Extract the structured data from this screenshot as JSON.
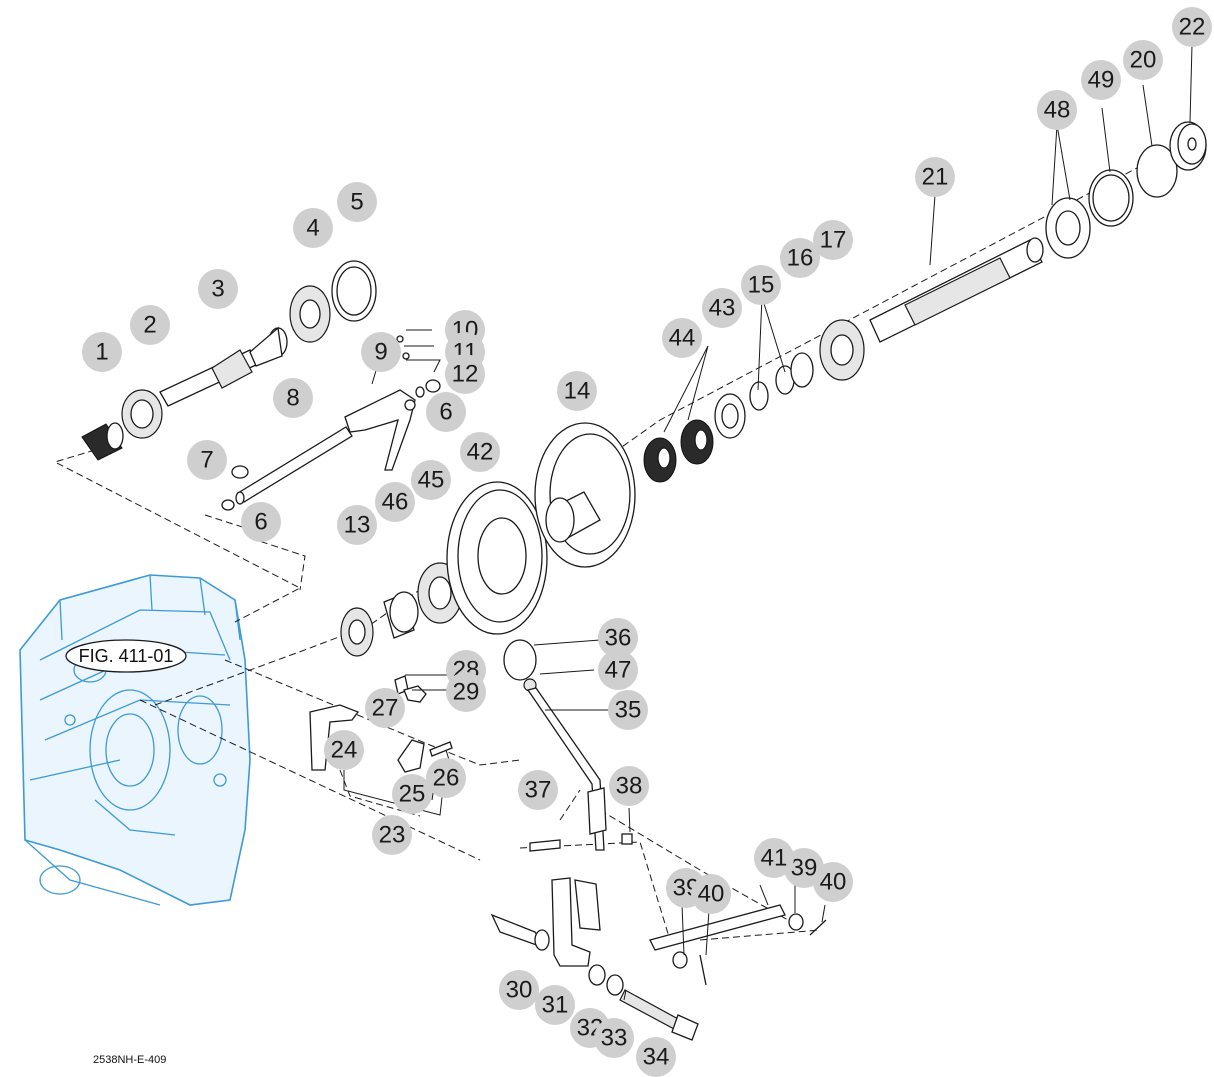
{
  "figure_reference": "FIG. 411-01",
  "drawing_code": "2538NH-E-409",
  "callouts": [
    "1",
    "2",
    "3",
    "4",
    "5",
    "6",
    "6",
    "7",
    "8",
    "9",
    "10",
    "11",
    "12",
    "13",
    "14",
    "15",
    "16",
    "17",
    "20",
    "21",
    "22",
    "23",
    "24",
    "25",
    "26",
    "27",
    "28",
    "29",
    "30",
    "31",
    "32",
    "33",
    "34",
    "35",
    "36",
    "37",
    "38",
    "39",
    "39",
    "40",
    "40",
    "41",
    "42",
    "43",
    "44",
    "45",
    "46",
    "47",
    "48",
    "49"
  ],
  "colors": {
    "housing": "#3d9ad6",
    "callout_fill": "#cfcfcf",
    "line": "#1a1a1a"
  }
}
